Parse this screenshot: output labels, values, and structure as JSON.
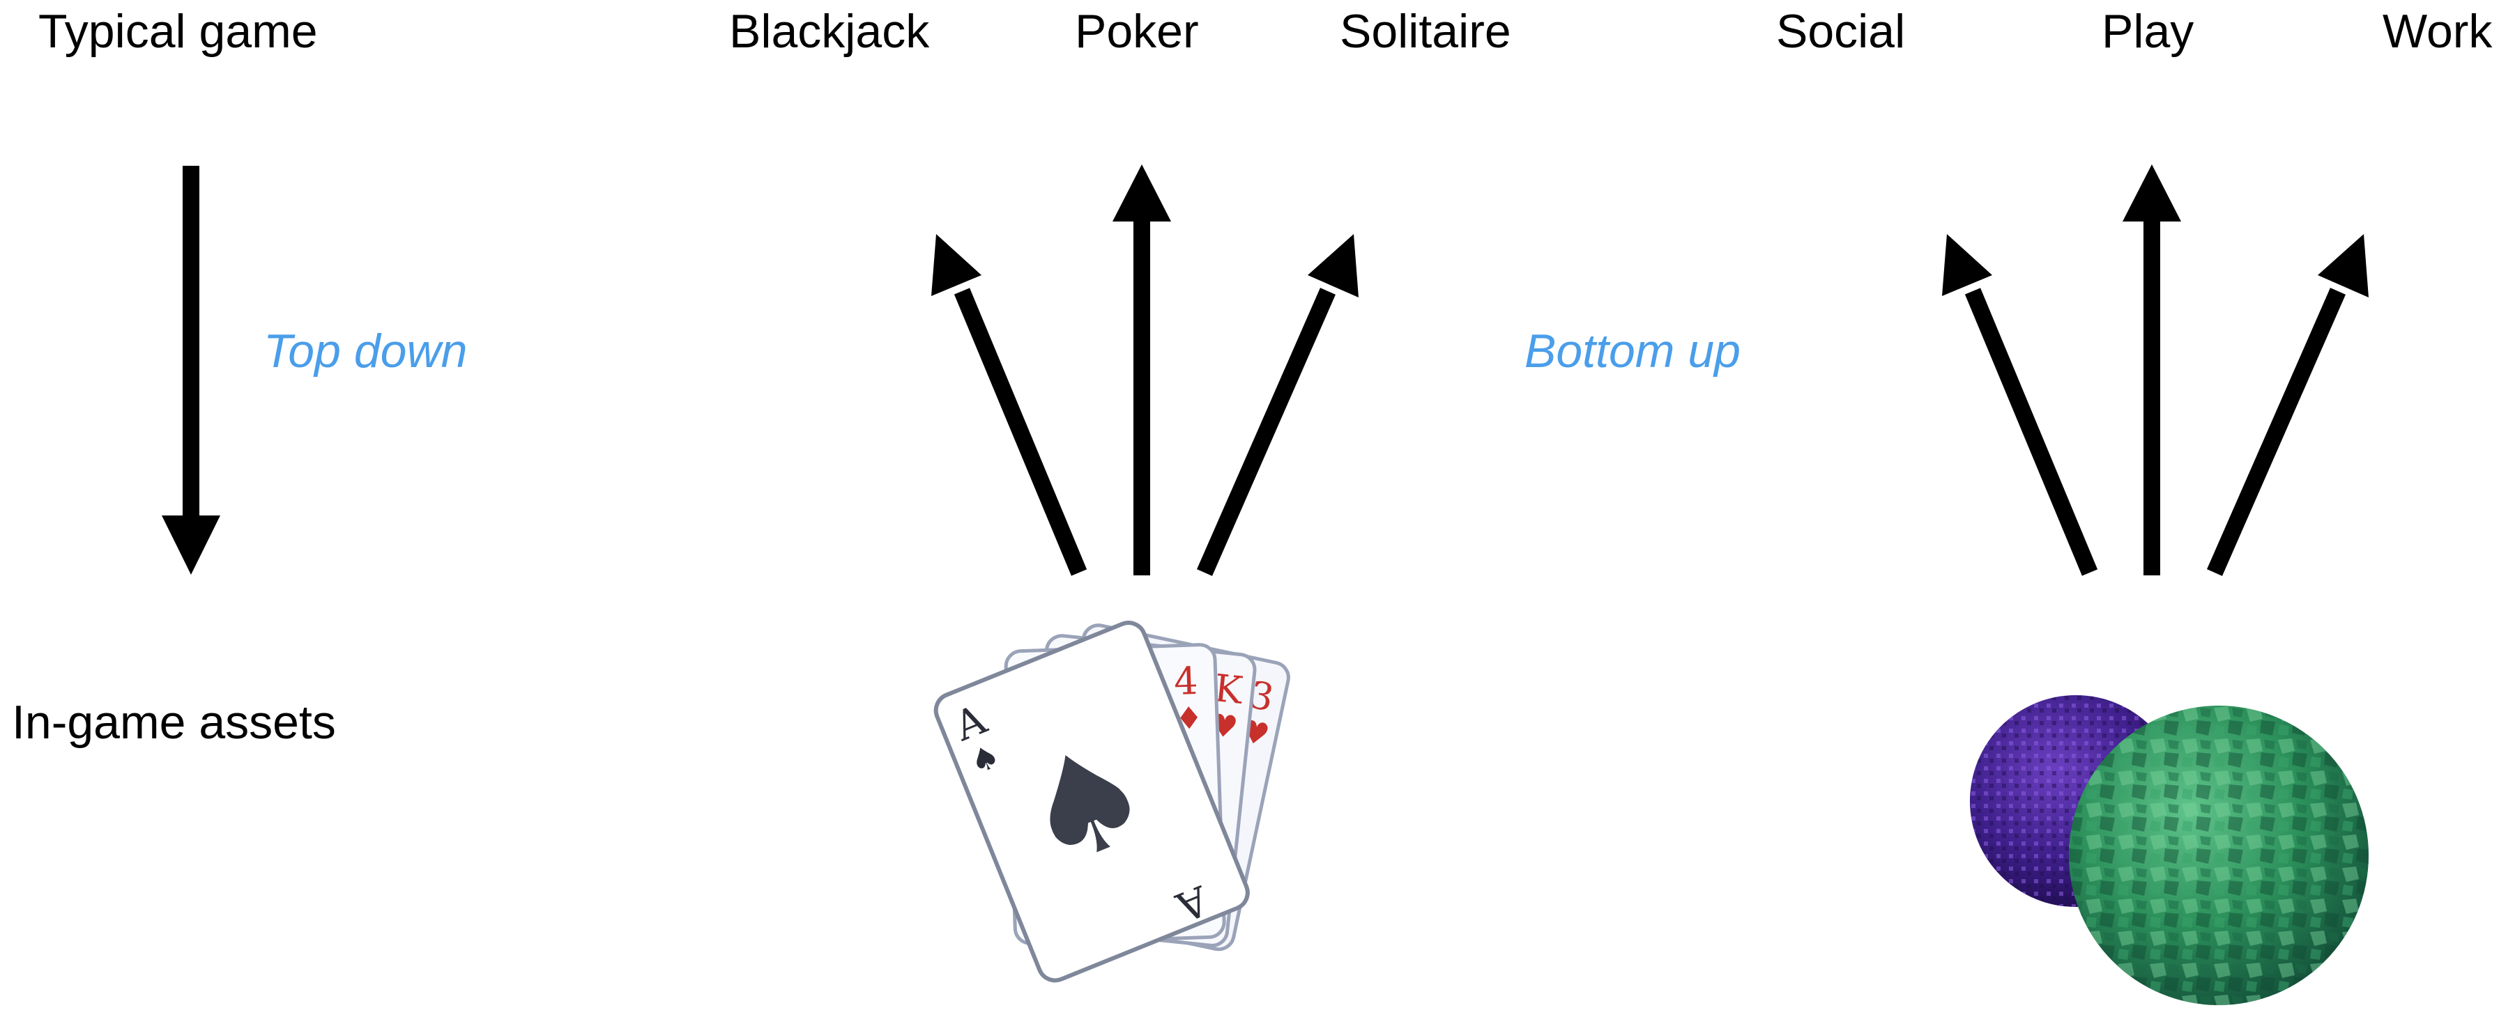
{
  "labels": {
    "typical_game": "Typical game",
    "in_game_assets": "In-game assets",
    "top_down": "Top down",
    "bottom_up": "Bottom up",
    "blackjack": "Blackjack",
    "poker": "Poker",
    "solitaire": "Solitaire",
    "social": "Social",
    "play": "Play",
    "work": "Work"
  },
  "colors": {
    "arrow": "#000000",
    "annotation": "#4a9eea",
    "text": "#000000"
  },
  "icons": {
    "cards": "playing-cards-icon",
    "spheres": "voxel-spheres-icon"
  },
  "arrow_directions": {
    "typical_game": "down",
    "cards_fan": "up",
    "spheres_fan": "up"
  }
}
